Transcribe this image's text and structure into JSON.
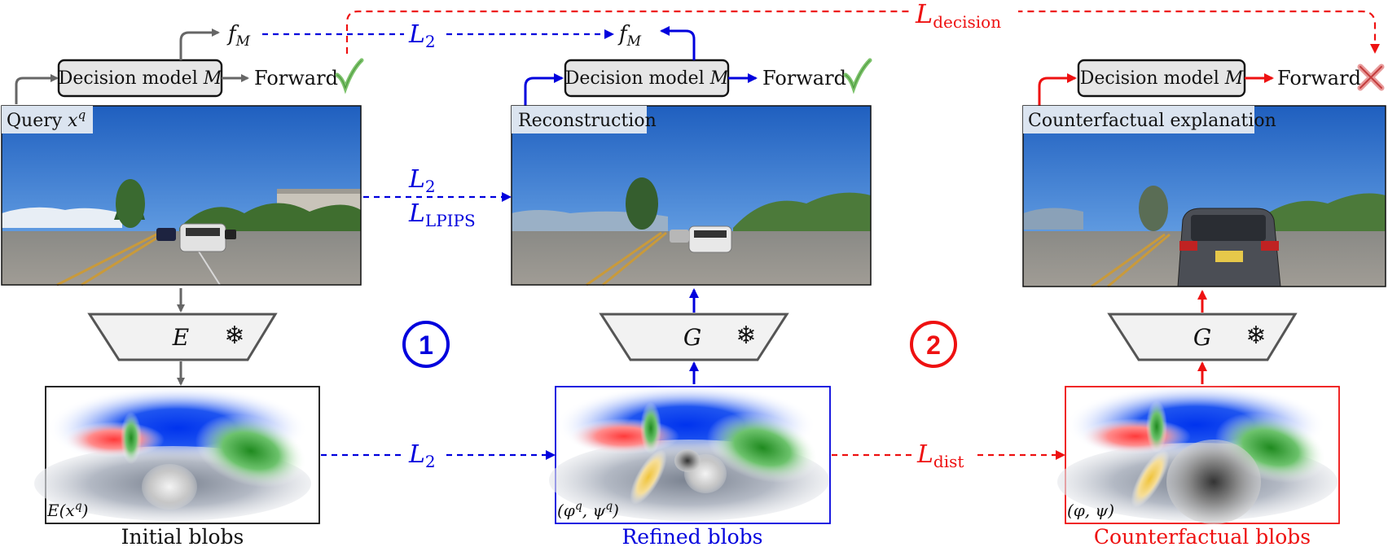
{
  "colors": {
    "blue": "#0000dd",
    "red": "#ee1111",
    "gray": "#666666",
    "check": "#7cc26b"
  },
  "top": {
    "decision_loss_base": "L",
    "decision_loss_sub": "decision",
    "fm_left": "f",
    "fm_sub": "M",
    "fm_right": "f",
    "fm_right_sub": "M",
    "l2_base": "L",
    "l2_sub": "2"
  },
  "decision_boxes": [
    {
      "label": "Decision model ",
      "label_var": "M",
      "forward": "Forward",
      "result_icon": "check-icon"
    },
    {
      "label": "Decision model ",
      "label_var": "M",
      "forward": "Forward",
      "result_icon": "check-icon"
    },
    {
      "label": "Decision model ",
      "label_var": "M",
      "forward": "Forward",
      "result_icon": "cross-icon"
    }
  ],
  "images": [
    {
      "tag": "Query ",
      "tag_var": "x",
      "tag_sup": "q",
      "scene": "query"
    },
    {
      "tag": "Reconstruction",
      "tag_var": "",
      "tag_sup": "",
      "scene": "reconstruction"
    },
    {
      "tag": "Counterfactual explanation",
      "tag_var": "",
      "tag_sup": "",
      "scene": "counterfactual"
    }
  ],
  "mid_losses": {
    "l2_base": "L",
    "l2_sub": "2",
    "lpips_base": "L",
    "lpips_sub": "LPIPS"
  },
  "modules": [
    {
      "symbol": "E",
      "frozen_icon": "snowflake-icon"
    },
    {
      "symbol": "G",
      "frozen_icon": "snowflake-icon"
    },
    {
      "symbol": "G",
      "frozen_icon": "snowflake-icon"
    }
  ],
  "steps": [
    {
      "number": "1"
    },
    {
      "number": "2"
    }
  ],
  "blobs": [
    {
      "corner_label": "E(x",
      "corner_sup": "q",
      "corner_close": ")",
      "caption": "Initial blobs"
    },
    {
      "corner_label": "(φ",
      "corner_sup": "q",
      "corner_mid": ", ψ",
      "corner_sup2": "q",
      "corner_close": ")",
      "caption": "Refined blobs"
    },
    {
      "corner_label": "(φ, ψ)",
      "caption": "Counterfactual  blobs"
    }
  ],
  "bottom_losses": {
    "l2_base": "L",
    "l2_sub": "2",
    "dist_base": "L",
    "dist_sub": "dist"
  }
}
